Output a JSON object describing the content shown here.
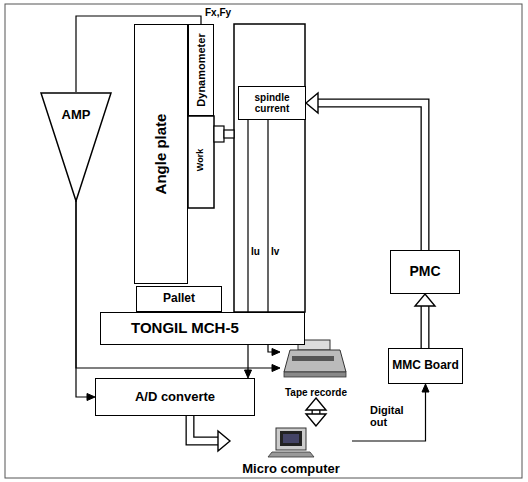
{
  "diagram": {
    "nodes": [
      {
        "text": [
          "AMP"
        ]
      },
      {
        "text": [
          "Angle plate"
        ]
      },
      {
        "text": [
          "Dynamometer"
        ]
      },
      {
        "text": [
          "spindle current"
        ]
      },
      {
        "text": [
          "Pallet"
        ]
      },
      {
        "text": [
          "TONGIL MCH-5"
        ]
      },
      {
        "text": [
          "A/D converte"
        ]
      },
      {
        "text": [
          "Tape recorde"
        ]
      },
      {
        "text": [
          "Micro computer"
        ]
      },
      {
        "text": [
          "MMC Board"
        ]
      },
      {
        "text": [
          "PMC"
        ]
      }
    ],
    "edges": [
      {
        "from": 2,
        "to": 0,
        "arrow": "none"
      },
      {
        "from": 0,
        "to": 6,
        "arrow": "to"
      },
      {
        "from": 0,
        "to": 7,
        "arrow": "to"
      },
      {
        "from": 3,
        "to": 6,
        "arrow": "to"
      },
      {
        "from": 3,
        "to": 7,
        "arrow": "to"
      },
      {
        "from": 6,
        "to": 8,
        "arrow": "to"
      },
      {
        "from": 7,
        "to": 8,
        "arrow": "both"
      },
      {
        "from": 8,
        "to": 9,
        "arrow": "to",
        "label": "Digital out"
      },
      {
        "from": 9,
        "to": 10,
        "arrow": "to"
      },
      {
        "from": 10,
        "to": 3,
        "arrow": "to"
      }
    ],
    "labels": [
      "Fx,Fy",
      "Work",
      "Iu",
      "Iv"
    ]
  }
}
